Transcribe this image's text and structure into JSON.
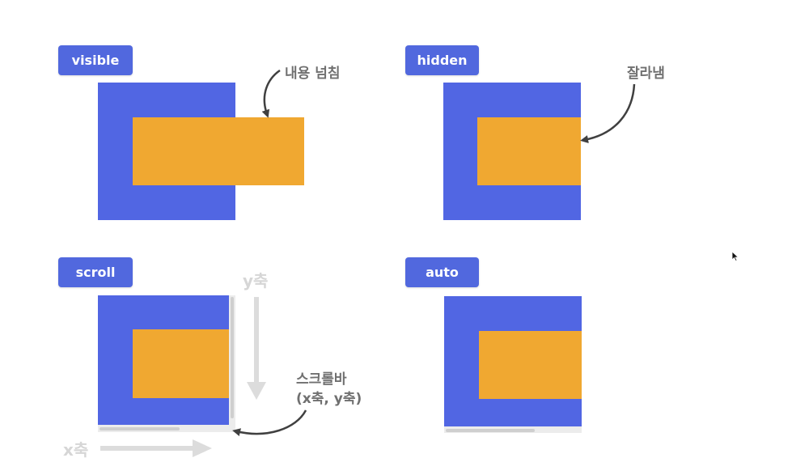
{
  "panels": {
    "visible": {
      "label": "visible",
      "annotation": "내용 넘침"
    },
    "hidden": {
      "label": "hidden",
      "annotation": "잘라냄"
    },
    "scroll": {
      "label": "scroll",
      "annotation_line1": "스크롤바",
      "annotation_line2": "(x축, y축)",
      "y_axis_label": "y축",
      "x_axis_label": "x축"
    },
    "auto": {
      "label": "auto"
    }
  },
  "colors": {
    "badge": "#5168de",
    "container": "#5166e3",
    "content": "#f0a831",
    "annotation_text": "#707070",
    "axis_hint": "#d6d6d6",
    "scrollbar": "#cfcfcf"
  },
  "icons": [
    "curved-arrow-icon",
    "down-arrow-icon",
    "right-arrow-icon",
    "mouse-cursor-icon"
  ]
}
